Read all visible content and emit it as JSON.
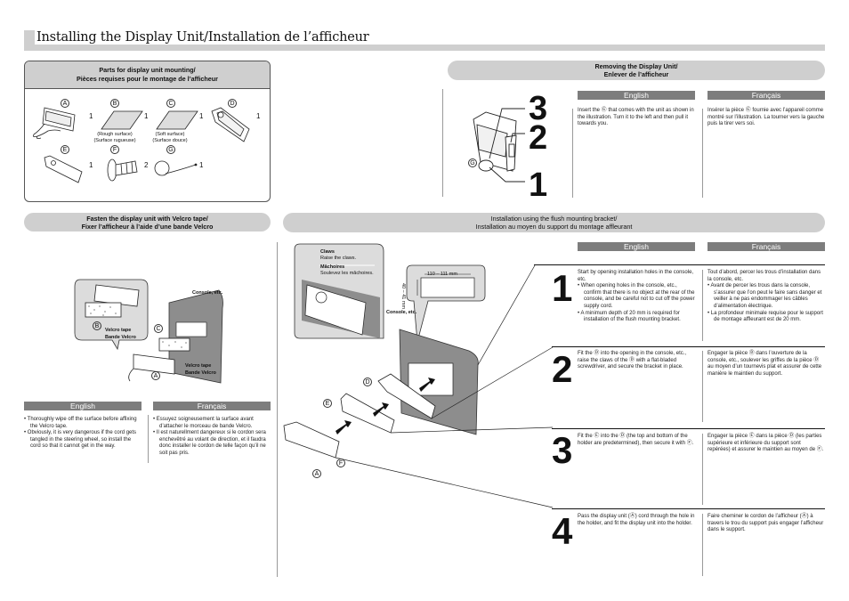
{
  "page_title": "Installing the Display Unit/Installation de l’afficheur",
  "parts": {
    "header_line1": "Parts for display unit mounting/",
    "header_line2": "Pièces requises pour le montage de l’afficheur",
    "items": [
      {
        "letter": "A",
        "name": "display-unit",
        "qty": "1"
      },
      {
        "letter": "B",
        "name": "velcro-rough",
        "qty": "1",
        "caption1": "(Rough surface)",
        "caption2": "(Surface rugueuse)"
      },
      {
        "letter": "C",
        "name": "velcro-soft",
        "qty": "1",
        "caption1": "(Soft surface)",
        "caption2": "(Surface douce)"
      },
      {
        "letter": "D",
        "name": "flush-bracket",
        "qty": "1"
      },
      {
        "letter": "E",
        "name": "holder-plate",
        "qty": "1"
      },
      {
        "letter": "F",
        "name": "screw",
        "qty": "2"
      },
      {
        "letter": "G",
        "name": "removal-key",
        "qty": "1"
      }
    ]
  },
  "removing": {
    "header_line1": "Removing the Display Unit/",
    "header_line2": "Enlever de l’afficheur",
    "illustration_steps": [
      "3",
      "2",
      "1"
    ],
    "callout": "G",
    "english_header": "English",
    "french_header": "Français",
    "english_text": "Insert the Ⓖ that comes with the unit as shown in the illustration. Turn it to the left and then pull it towards you.",
    "french_text": "Insérer la pièce Ⓖ fournie avec l’appareil comme montré sur l’illustration. La tourner vers la gauche puis la tirer vers soi."
  },
  "velcro": {
    "header_line1": "Fasten the display unit with Velcro tape/",
    "header_line2": "Fixer l’afficheur à l’aide d’une bande Velcro",
    "labels": {
      "console": "Console, etc.",
      "velcro_en": "Velcro tape",
      "velcro_fr": "Bande Velcro",
      "b": "B",
      "c": "C",
      "a": "A"
    },
    "english_header": "English",
    "french_header": "Français",
    "english_items": [
      "Thoroughly wipe off the surface before affixing the Velcro tape.",
      "Obviously, it is very dangerous if the cord gets tangled in the steering wheel, so install the cord so that it cannot get in the way."
    ],
    "french_items": [
      "Essuyez soigneusement la surface avant d’attacher le morceau de bande Velcro.",
      "Il est naturellment dangereux si le cordon sera enchevêtré au volant de direction, et il faudra donc installer le cordon de telle façon qu’il ne soit pas pris."
    ]
  },
  "flush": {
    "header_line1": "Installation using the flush mounting bracket/",
    "header_line2": "Installation au moyen du support du montage affleurant",
    "claws_en_title": "Claws",
    "claws_en_text": "Raise the claws.",
    "claws_fr_title": "Mâchoires",
    "claws_fr_text": "Soulevez les mâchoires.",
    "width_dim": "110 – 111 mm",
    "height_dim": "40 – 41 mm",
    "console_label": "Console, etc.",
    "callouts": {
      "d": "D",
      "e": "E",
      "f": "F",
      "a": "A"
    },
    "english_header": "English",
    "french_header": "Français",
    "steps": [
      {
        "num": "1",
        "en_lead": "Start by opening installation holes in the console, etc.",
        "en_items": [
          "When opening holes in the console, etc., confirm that there is no object at the rear of the console, and be careful not to cut off the power supply cord.",
          "A minimum depth of 20 mm is required for installation of the flush mounting bracket."
        ],
        "fr_lead": "Tout d’abord, percer les trous d’installation dans la console, etc.",
        "fr_items": [
          "Avant de percer les trous dans la console, s’assurer que l’on peut le faire sans danger et veiller à ne pas endommager les câbles d’alimentation électrique.",
          "La profondeur minimale requise pour le support de montage affleurant est de 20 mm."
        ]
      },
      {
        "num": "2",
        "en_lead": "Fit the Ⓓ into the opening in the console, etc., raise the claws of the Ⓓ with a flat-bladed screwdriver, and secure the bracket in place.",
        "fr_lead": "Engager la pièce Ⓓ dans l’ouverture de la console, etc., soulever les griffes de la pièce Ⓓ au moyen d’un tournevis plat et assurer de cette manière le maintien du support."
      },
      {
        "num": "3",
        "en_lead": "Fit the Ⓔ into the Ⓓ (the top and bottom of the holder are predetermined), then secure it with Ⓕ.",
        "fr_lead": "Engager la pièce Ⓔ dans la pièce Ⓓ (les parties supérieure et inférieure du support sont repérées) et assurer le maintien au moyen de Ⓕ."
      },
      {
        "num": "4",
        "en_lead": "Pass the display unit (Ⓐ) cord through the hole in the holder, and fit the display unit into the holder.",
        "fr_lead": "Faire cheminer le cordon de l’afficheur (Ⓐ) à travers le trou du support puis engager l’afficheur dans le support."
      }
    ]
  }
}
